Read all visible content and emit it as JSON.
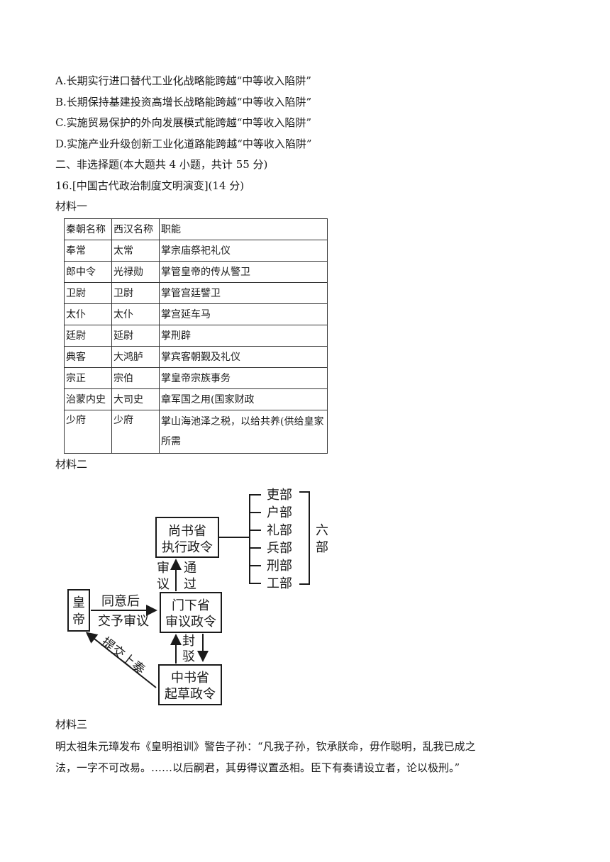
{
  "options": [
    "A.长期实行进口替代工业化战略能跨越“中等收入陷阱”",
    "B.长期保持基建投资高增长战略能跨越“中等收入陷阱”",
    "C.实施贸易保护的外向发展模式能跨越“中等收入陷阱”",
    "D.实施产业升级创新工业化道路能跨越“中等收入陷阱”"
  ],
  "section_heading": "二、非选择题(本大题共 4 小题，共计 55 分)",
  "question_title": "16.[中国古代政治制度文明演变](14 分)",
  "material1": {
    "label": "材料一",
    "header": [
      "秦朝名称",
      "西汉名称",
      "职能"
    ],
    "rows": [
      [
        "奉常",
        "太常",
        "掌宗庙祭祀礼仪"
      ],
      [
        "郎中令",
        "光禄勋",
        "掌管皇帝的传从警卫"
      ],
      [
        "卫尉",
        "卫尉",
        "掌管宫廷譬卫"
      ],
      [
        "太仆",
        "太仆",
        "掌宫延车马"
      ],
      [
        "廷尉",
        "延尉",
        "掌刑辟"
      ],
      [
        "典客",
        "大鸿胪",
        "掌宾客朝觐及礼仪"
      ],
      [
        "宗正",
        "宗伯",
        "掌皇帝宗族事务"
      ],
      [
        "治蒙内史",
        "大司史",
        "章军国之用(国家财政"
      ],
      [
        "少府",
        "少府",
        "掌山海池泽之税，以给共养(供给皇家所需"
      ]
    ]
  },
  "material2": {
    "label": "材料二",
    "emperor": [
      "皇",
      "帝"
    ],
    "shangshu": [
      "尚书省",
      "执行政令"
    ],
    "menxia": [
      "门下省",
      "审议政令"
    ],
    "zhongshu": [
      "中书省",
      "起草政令"
    ],
    "agree_label": [
      "同意后",
      "交予审议"
    ],
    "submit_label": "提交上奏",
    "review": [
      "审",
      "议"
    ],
    "pass": [
      "通",
      "过"
    ],
    "reject": [
      "封",
      "驳"
    ],
    "ministries": [
      "吏部",
      "户部",
      "礼部",
      "兵部",
      "刑部",
      "工部"
    ],
    "six": [
      "六",
      "部"
    ]
  },
  "material3": {
    "label": "材料三",
    "lines": [
      "明太祖朱元璋发布《皇明祖训》警告子孙：“凡我子孙，钦承朕命，毋作聪明，乱我已成之",
      "法，一字不可改易。……以后嗣君，其毋得议置丞相。臣下有奏请设立者，论以极刑。”"
    ]
  }
}
